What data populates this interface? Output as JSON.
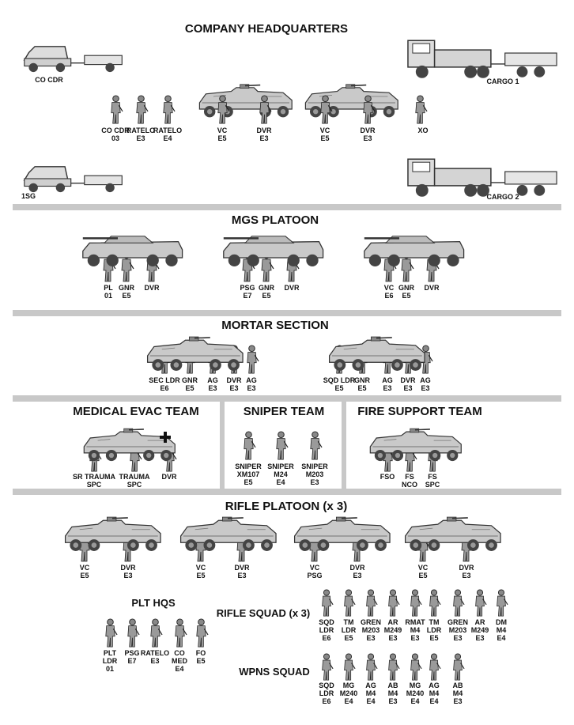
{
  "sections": {
    "hq": "COMPANY HEADQUARTERS",
    "mgs": "MGS PLATOON",
    "mortar": "MORTAR SECTION",
    "medevac": "MEDICAL EVAC TEAM",
    "sniper": "SNIPER TEAM",
    "fst": "FIRE SUPPORT TEAM",
    "rifle": "RIFLE PLATOON (x 3)",
    "plthqs": "PLT HQS",
    "riflesquad": "RIFLE SQUAD (x 3)",
    "wpns": "WPNS SQUAD"
  },
  "hq": {
    "co_cdr_vehicle": "CO CDR",
    "first_sgt_vehicle": "1SG",
    "cargo1": "CARGO 1",
    "cargo2": "CARGO 2",
    "personnel": [
      "CO CDR\n03",
      "RATELO\nE3",
      "RATELO\nE4"
    ],
    "stryker1": [
      "VC\nE5",
      "DVR\nE3"
    ],
    "stryker2": [
      "VC\nE5",
      "DVR\nE3"
    ],
    "xo": "XO"
  },
  "mgs": {
    "v1": [
      "PL\n01",
      "GNR\nE5",
      "DVR"
    ],
    "v2": [
      "PSG\nE7",
      "GNR\nE5",
      "DVR"
    ],
    "v3": [
      "VC\nE6",
      "GNR\nE5",
      "DVR"
    ]
  },
  "mortar": {
    "v1": [
      "SEC LDR\nE6",
      "GNR\nE5",
      "AG\nE3",
      "DVR\nE3",
      "AG\nE3"
    ],
    "v2": [
      "SQD LDR\nE5",
      "GNR\nE5",
      "AG\nE3",
      "DVR\nE3",
      "AG\nE3"
    ]
  },
  "medevac": [
    "SR TRAUMA\nSPC",
    "TRAUMA\nSPC",
    "DVR"
  ],
  "sniper": [
    "SNIPER\nXM107\nE5",
    "SNIPER\nM24\nE4",
    "SNIPER\nM203\nE3"
  ],
  "fst": [
    "FSO",
    "FS\nNCO",
    "FS\nSPC"
  ],
  "rifle": {
    "v1": [
      "VC\nE5",
      "DVR\nE3"
    ],
    "v2": [
      "VC\nE5",
      "DVR\nE3"
    ],
    "v3": [
      "VC\nPSG",
      "DVR\nE3"
    ],
    "v4": [
      "VC\nE5",
      "DVR\nE3"
    ]
  },
  "plthqs": [
    "PLT\nLDR\n01",
    "PSG\nE7",
    "RATELO\nE3",
    "CO\nMED\nE4",
    "FO\nE5"
  ],
  "riflesquad": [
    "SQD\nLDR\nE6",
    "TM\nLDR\nE5",
    "GREN\nM203\nE3",
    "AR\nM249\nE3",
    "RMAT\nM4\nE3",
    "TM\nLDR\nE5",
    "GREN\nM203\nE3",
    "AR\nM249\nE3",
    "DM\nM4\nE4"
  ],
  "wpns": [
    "SQD\nLDR\nE6",
    "MG\nM240\nE4",
    "AG\nM4\nE4",
    "AB\nM4\nE3",
    "MG\nM240\nE4",
    "AG\nM4\nE4",
    "AB\nM4\nE3"
  ]
}
